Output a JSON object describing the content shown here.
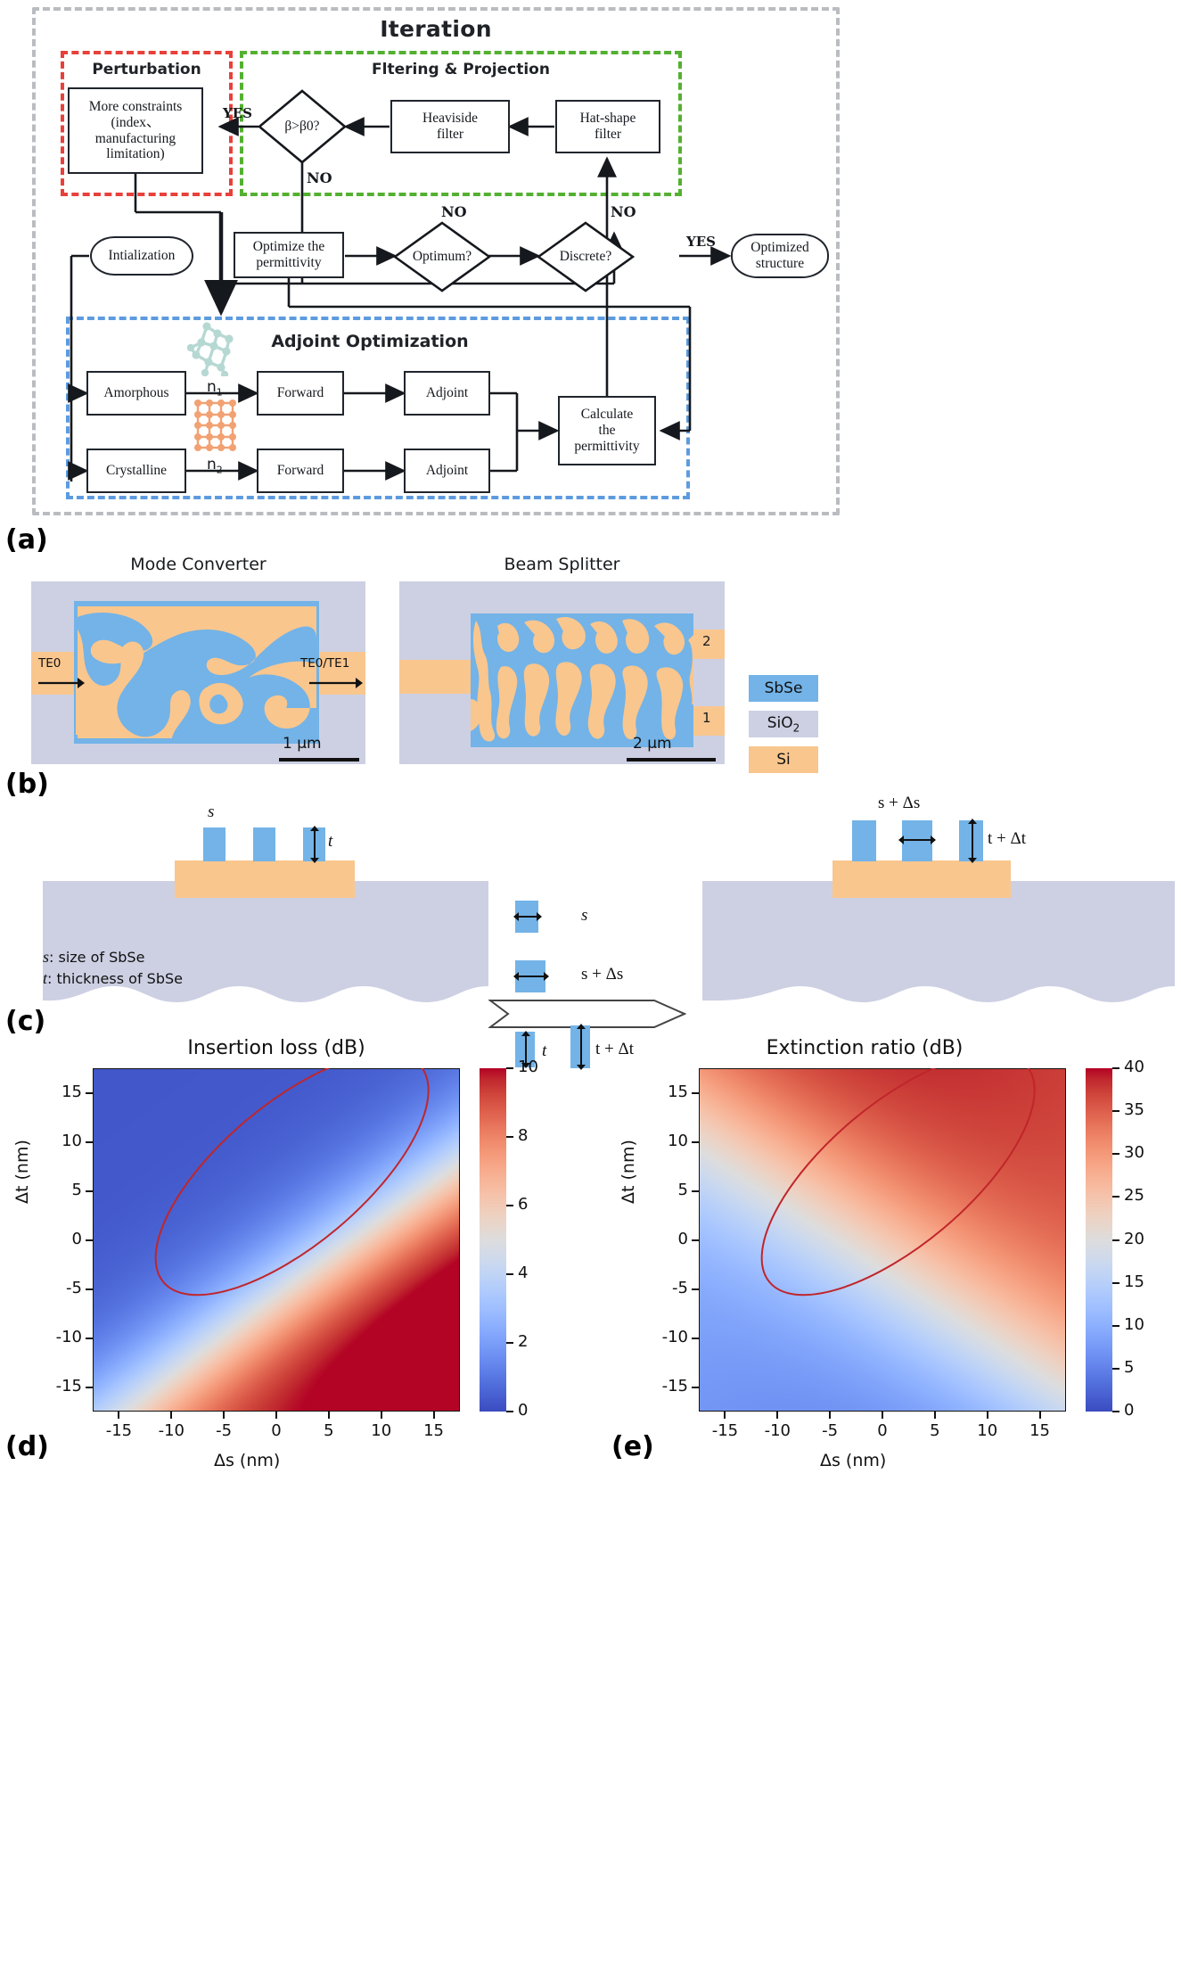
{
  "panel_a": {
    "letter": "(a)",
    "title": "Iteration",
    "group_perturbation": "Perturbation",
    "group_filtering": "Fltering & Projection",
    "group_adjoint": "Adjoint Optimization",
    "boxes": {
      "more_constraints": "More constraints (index、 manufacturing limitation)",
      "more_constraints_lines": [
        "More constraints",
        "(index、",
        "manufacturing",
        "limitation)"
      ],
      "heaviside": [
        "Heaviside",
        "filter"
      ],
      "hat_shape": [
        "Hat-shape",
        "filter"
      ],
      "initialization": "Intialization",
      "optimize": [
        "Optimize the",
        "permittivity"
      ],
      "optimized_structure": [
        "Optimized",
        "structure"
      ],
      "amorphous": "Amorphous",
      "crystalline": "Crystalline",
      "forward1": "Forward",
      "forward2": "Forward",
      "adjoint1": "Adjoint",
      "adjoint2": "Adjoint",
      "calculate": [
        "Calculate",
        "the",
        "permittivity"
      ]
    },
    "decisions": {
      "beta": "β>β0?",
      "optimum": "Optimum?",
      "discrete": "Discrete?"
    },
    "edge_labels": {
      "yes_beta": "YES",
      "no_beta": "NO",
      "no_optimum": "NO",
      "no_discrete": "NO",
      "yes_discrete": "YES"
    },
    "index_labels": {
      "n1": "n",
      "n1_sub": "1",
      "n2": "n",
      "n2_sub": "2"
    },
    "colors": {
      "outer_frame": "#b9bcc0",
      "perturbation_frame": "#e8403a",
      "filtering_frame": "#54b031",
      "adjoint_frame": "#5d9bdf",
      "box_stroke": "#20252c",
      "amorphous_icon": "#b6d8d3",
      "crystalline_icon": "#f2a172"
    }
  },
  "panel_b": {
    "letter": "(b)",
    "device_left_title": "Mode Converter",
    "device_right_title": "Beam Splitter",
    "left_input_label": "TE0",
    "left_output_label": "TE0/TE1",
    "right_port_top": "2",
    "right_port_bottom": "1",
    "left_scale": "1 µm",
    "right_scale": "2 µm",
    "legend": [
      {
        "label": "SbSe",
        "color": "#73b3e7"
      },
      {
        "label": "SiO₂",
        "color": "#cdd0e3"
      },
      {
        "label": "Si",
        "color": "#f9c68e"
      }
    ]
  },
  "panel_c": {
    "letter": "(c)",
    "left_top_label": "s",
    "left_thickness_label": "t",
    "right_top_label": "s + Δs",
    "right_thickness_label": "t + Δt",
    "middle": {
      "row1": "s",
      "row2": "s + Δs",
      "row3a": "t",
      "row3b": "t + Δt"
    },
    "caption_line1": "s : size of SbSe",
    "caption_line2": "t : thickness of SbSe",
    "caption_sym1": "s",
    "caption_txt1": ": size of SbSe",
    "caption_sym2": "t",
    "caption_txt2": ": thickness of SbSe"
  },
  "chart_data": [
    {
      "panel": "(d)",
      "type": "heatmap",
      "title": "Insertion loss (dB)",
      "xlabel": "Δs (nm)",
      "ylabel": "Δt (nm)",
      "xticks": [
        -15,
        -10,
        -5,
        0,
        5,
        10,
        15
      ],
      "yticks": [
        -15,
        -10,
        -5,
        0,
        5,
        10,
        15
      ],
      "xlim": [
        -17.5,
        17.5
      ],
      "ylim": [
        -17.5,
        17.5
      ],
      "zlim": [
        0,
        10
      ],
      "colorbar_ticks": [
        0,
        2,
        4,
        6,
        8,
        10
      ],
      "colormap": "coolwarm",
      "field_model": "value increases toward lower-right; low (dark blue, ~0-1 dB) in upper-left, high (red, ~9-10 dB) near (15,-5)",
      "annotation": {
        "type": "ellipse",
        "color": "#c0252a",
        "center": [
          1.5,
          6.7
        ],
        "semi_major": 16.0,
        "semi_minor": 7.2,
        "angle_deg": 40
      },
      "grid": false,
      "legend_position": "right colorbar"
    },
    {
      "panel": "(e)",
      "type": "heatmap",
      "title": "Extinction ratio (dB)",
      "xlabel": "Δs (nm)",
      "ylabel": "Δt (nm)",
      "xticks": [
        -15,
        -10,
        -5,
        0,
        5,
        10,
        15
      ],
      "yticks": [
        -15,
        -10,
        -5,
        0,
        5,
        10,
        15
      ],
      "xlim": [
        -17.5,
        17.5
      ],
      "ylim": [
        -17.5,
        17.5
      ],
      "zlim": [
        0,
        40
      ],
      "colorbar_ticks": [
        0,
        5,
        10,
        15,
        20,
        25,
        30,
        35,
        40
      ],
      "colormap": "coolwarm",
      "field_model": "high (red, ~35-40 dB) in upper-right, low (dark blue, ~0-5 dB) in lower-right; mid (~15-20 dB) along upper-left",
      "annotation": {
        "type": "ellipse",
        "color": "#c0252a",
        "center": [
          1.5,
          6.7
        ],
        "semi_major": 16.0,
        "semi_minor": 7.2,
        "angle_deg": 40
      },
      "grid": false,
      "legend_position": "right colorbar"
    }
  ]
}
